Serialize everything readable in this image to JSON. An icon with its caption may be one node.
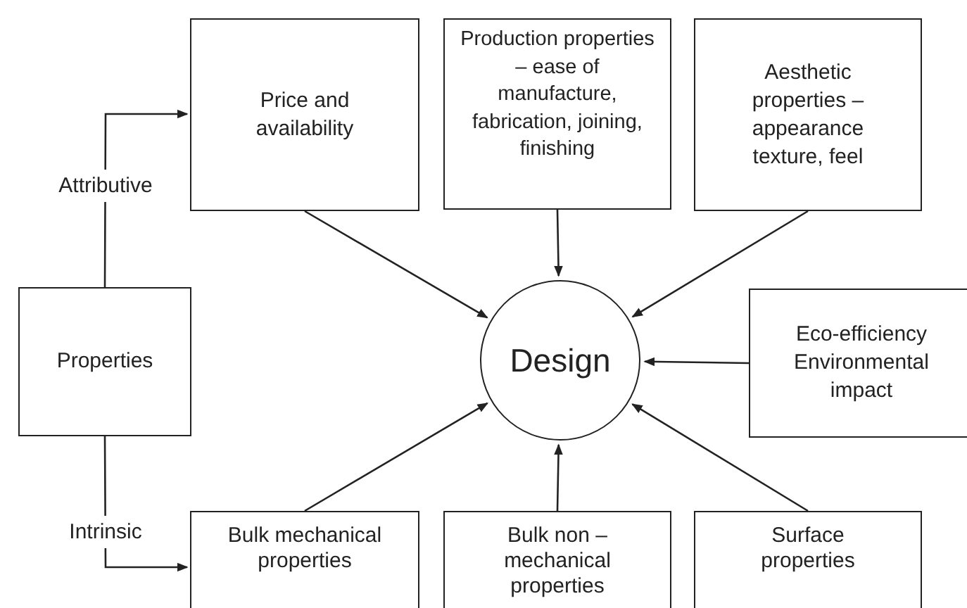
{
  "diagram": {
    "nodes": [
      {
        "text": [
          "Price and availability"
        ]
      },
      {
        "text": [
          "Production properties – ease of manufacture, fabrication, joining, finishing"
        ]
      },
      {
        "text": [
          "Aesthetic properties – appearance texture, feel"
        ]
      },
      {
        "text": [
          "Properties"
        ]
      },
      {
        "text": [
          "Design"
        ]
      },
      {
        "text": [
          "Eco-efficiency Environmental impact"
        ]
      },
      {
        "text": [
          "Bulk mechanical properties"
        ]
      },
      {
        "text": [
          "Bulk non – mechanical properties"
        ]
      },
      {
        "text": [
          "Surface properties"
        ]
      }
    ],
    "edges": [
      {
        "from": 3,
        "to": 0,
        "arrow": "to",
        "label": "Attributive"
      },
      {
        "from": 3,
        "to": 6,
        "arrow": "to",
        "label": "Intrinsic"
      },
      {
        "from": 0,
        "to": 4,
        "arrow": "to"
      },
      {
        "from": 1,
        "to": 4,
        "arrow": "to"
      },
      {
        "from": 2,
        "to": 4,
        "arrow": "to"
      },
      {
        "from": 5,
        "to": 4,
        "arrow": "to"
      },
      {
        "from": 6,
        "to": 4,
        "arrow": "to"
      },
      {
        "from": 7,
        "to": 4,
        "arrow": "to"
      },
      {
        "from": 8,
        "to": 4,
        "arrow": "to"
      }
    ]
  }
}
